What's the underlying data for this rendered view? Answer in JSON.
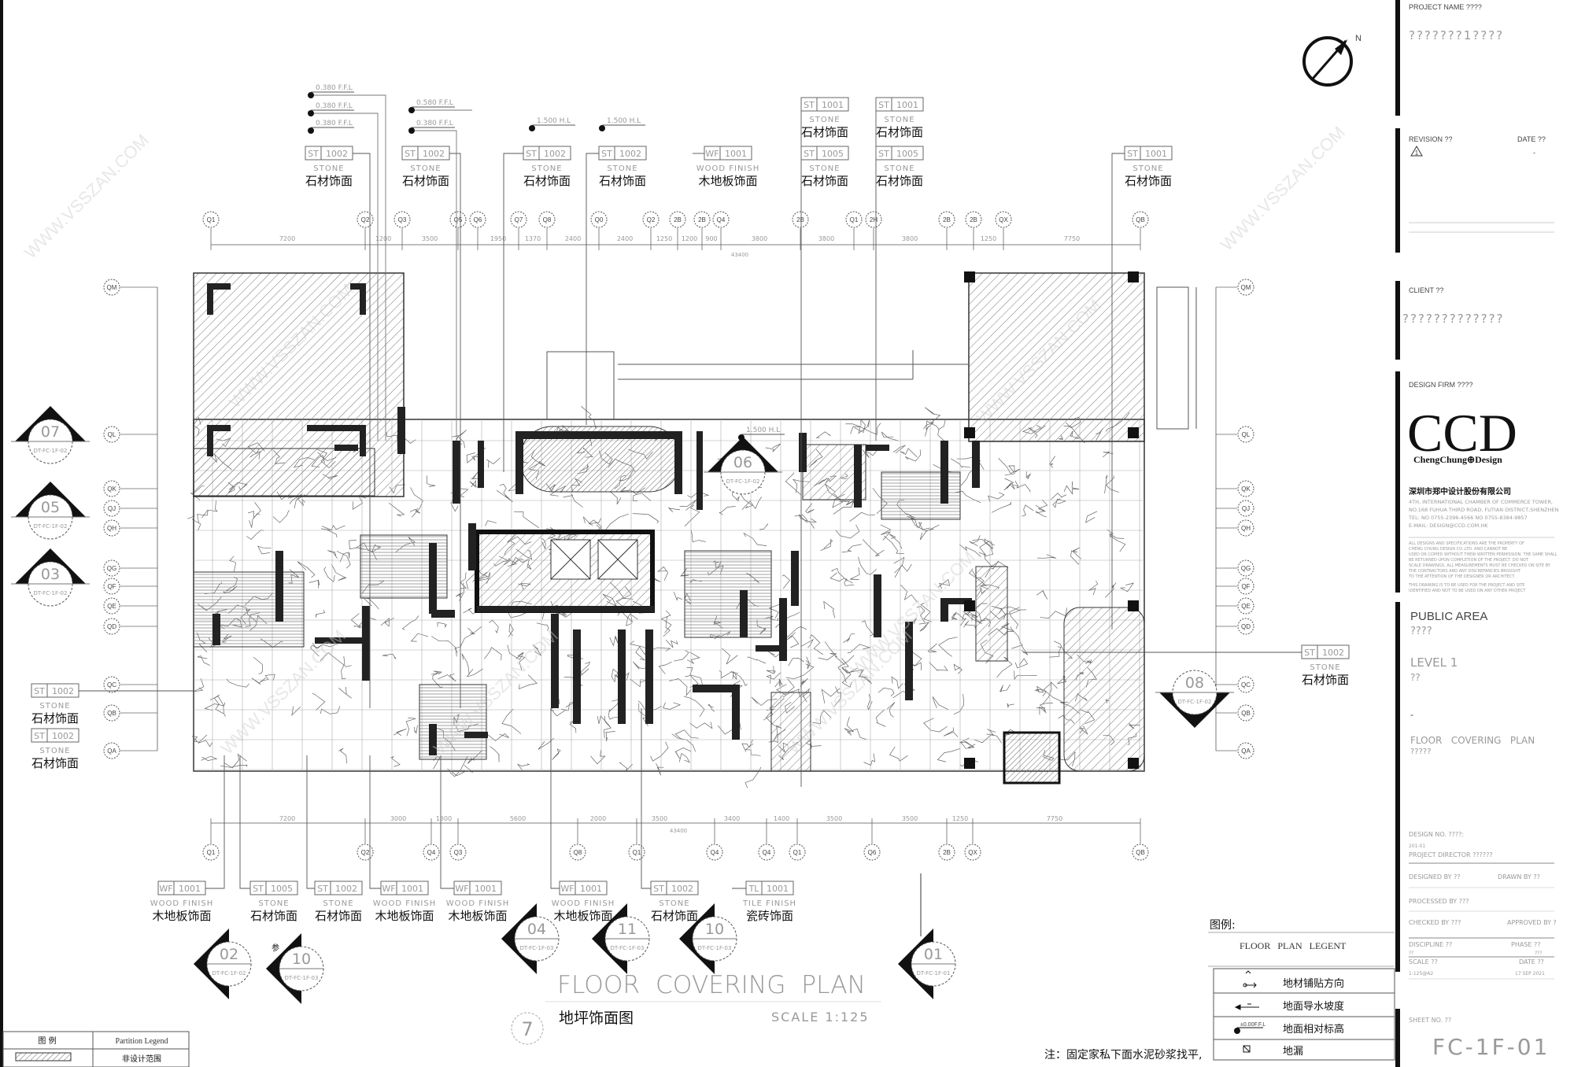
{
  "watermark": "WWW.VSSZAN.COM",
  "plan": {
    "number": "7",
    "title": "FLOOR  COVERING  PLAN",
    "title_cn": "地坪饰面图",
    "scale": "SCALE 1:125"
  },
  "title_block": {
    "project_name_label": "PROJECT NAME ????",
    "project_name": "???????1????",
    "revision_label": "REVISION ??",
    "date_label": "DATE ??",
    "revision_mark": "1",
    "revision_date": "-",
    "client_label": "CLIENT ??",
    "client": "?????????????",
    "design_firm_label": "DESIGN FIRM ????",
    "logo": "CCD",
    "logo_sub": "ChengChung⊕Design",
    "company_cn": "深圳市郑中设计股份有限公司",
    "address": [
      "4TH, INTERNATIONAL CHAMBER OF COMMERCE TOWER,",
      "NO.168 FUHUA THIRD ROAD, FUTIAN DISTRICT,SHENZHEN",
      "TEL: NO 0755-2396-4566  NO 0755-8384-9857",
      "E-MAIL: DESIGN@CCD.COM.HK"
    ],
    "disclaimer": [
      "ALL DESIGNS AND SPECIFICATIONS ARE THE PROPERTY OF",
      "CHENG CHUNG DESIGN CO.,LTD. AND CANNOT BE",
      "USED OR COPIED WITHOUT THEIR WRITTEN PERMISSION. THE SAME SHALL",
      "BE RETURNED UPON COMPLETION OF THE PROJECT. DO NOT",
      "SCALE DRAWINGS. ALL MEASUREMENTS MUST BE CHECKED ON SITE BY",
      "THE CONTRACTORS AND ANY DISCREPANCIES BROUGHT",
      "TO THE ATTENTION OF THE DESIGNER OR ARCHITECT.",
      "THIS DRAWING IS TO BE USED FOR THE PROJECT AND SITE",
      "IDENTIFIED AND NOT TO BE USED ON ANY OTHER PROJECT"
    ],
    "area": "PUBLIC AREA",
    "area_cn": "????",
    "level": "LEVEL 1",
    "level_cn": "??",
    "dash": "-",
    "drawing_title": "FLOOR   COVERING   PLAN",
    "drawing_title_cn": "?????",
    "design_no": "DESIGN NO.   ????:",
    "design_no_value": "201-01",
    "project_director": "PROJECT DIRECTOR   ??????",
    "designed_by": "DESIGNED BY   ??",
    "drawn_by": "DRAWN BY   ??",
    "processed_by": "PROCESSED BY ???",
    "checked_by": "CHECKED BY   ???",
    "approved_by": "APPROVED BY  ?",
    "discipline": "DISCIPLINE   ??",
    "phase": "PHASE   ??",
    "discipline_value": "??",
    "phase_value": "???",
    "scale_label": "SCALE   ??",
    "date2_label": "DATE   ??",
    "scale_value": "1:125@A2",
    "date_value": "17 SEP 2021",
    "sheet_no_label": "SHEET NO.   ??",
    "sheet_no": "FC-1F-01"
  },
  "legend": {
    "title": "图例:",
    "subtitle": "FLOOR   PLAN   LEGENT",
    "items": [
      {
        "symbol": "direction-arrow",
        "label": "地材铺贴方向"
      },
      {
        "symbol": "slope-arrow",
        "label": "地面导水坡度"
      },
      {
        "symbol": "level-mark",
        "label": "地面相对标高",
        "symbol_text": "±0.00F.F.L"
      },
      {
        "symbol": "floor-drain",
        "label": "地漏"
      }
    ]
  },
  "partition_legend": {
    "title_cn": "图  例",
    "title_en": "Partition Legend",
    "item": "非设计范围"
  },
  "note": "注：固定家私下面水泥砂浆找平,",
  "material_tags": {
    "top": [
      {
        "code": "ST",
        "num": "1001",
        "en": "STONE",
        "cn": "石材饰面"
      },
      {
        "code": "ST",
        "num": "1001",
        "en": "STONE",
        "cn": "石材饰面"
      },
      {
        "code": "ST",
        "num": "1002",
        "en": "STONE",
        "cn": "石材饰面"
      },
      {
        "code": "ST",
        "num": "1002",
        "en": "STONE",
        "cn": "石材饰面"
      },
      {
        "code": "ST",
        "num": "1002",
        "en": "STONE",
        "cn": "石材饰面"
      },
      {
        "code": "ST",
        "num": "1002",
        "en": "STONE",
        "cn": "石材饰面"
      },
      {
        "code": "WF",
        "num": "1001",
        "en": "WOOD FINISH",
        "cn": "木地板饰面"
      },
      {
        "code": "ST",
        "num": "1005",
        "en": "STONE",
        "cn": "石材饰面"
      },
      {
        "code": "ST",
        "num": "1005",
        "en": "STONE",
        "cn": "石材饰面"
      },
      {
        "code": "ST",
        "num": "1001",
        "en": "STONE",
        "cn": "石材饰面"
      }
    ],
    "bottom": [
      {
        "code": "WF",
        "num": "1001",
        "en": "WOOD FINISH",
        "cn": "木地板饰面"
      },
      {
        "code": "ST",
        "num": "1005",
        "en": "STONE",
        "cn": "石材饰面"
      },
      {
        "code": "ST",
        "num": "1002",
        "en": "STONE",
        "cn": "石材饰面"
      },
      {
        "code": "WF",
        "num": "1001",
        "en": "WOOD FINISH",
        "cn": "木地板饰面"
      },
      {
        "code": "WF",
        "num": "1001",
        "en": "WOOD FINISH",
        "cn": "木地板饰面"
      },
      {
        "code": "WF",
        "num": "1001",
        "en": "WOOD FINISH",
        "cn": "木地板饰面"
      },
      {
        "code": "ST",
        "num": "1002",
        "en": "STONE",
        "cn": "石材饰面"
      },
      {
        "code": "TL",
        "num": "1001",
        "en": "TILE FINISH",
        "cn": "瓷砖饰面"
      }
    ],
    "side": [
      {
        "code": "ST",
        "num": "1002",
        "en": "STONE",
        "cn": "石材饰面"
      },
      {
        "code": "ST",
        "num": "1002",
        "en": "STONE",
        "cn": "石材饰面"
      },
      {
        "code": "ST",
        "num": "1002",
        "en": "STONE",
        "cn": "石材饰面"
      }
    ]
  },
  "elevation_marks": [
    "0.380 F.F.L",
    "0.380 F.F.L",
    "0.380 F.F.L",
    "0.580 F.F.L",
    "0.380 F.F.L",
    "1.500 H.L",
    "1.500 H.L",
    "1.500 H.L"
  ],
  "section_markers": [
    {
      "num": "07",
      "ref": "DT-FC-1F-02"
    },
    {
      "num": "05",
      "ref": "DT-FC-1F-02"
    },
    {
      "num": "03",
      "ref": "DT-FC-1F-02"
    },
    {
      "num": "06",
      "ref": "DT-FC-1F-02"
    },
    {
      "num": "08",
      "ref": "DT-FC-1F-02"
    },
    {
      "num": "02",
      "ref": "DT-FC-1F-02"
    },
    {
      "num": "10",
      "ref": "DT-FC-1F-03"
    },
    {
      "num": "04",
      "ref": "DT-FC-1F-03"
    },
    {
      "num": "11",
      "ref": "DT-FC-1F-03"
    },
    {
      "num": "10",
      "ref": "DT-FC-1F-03"
    },
    {
      "num": "01",
      "ref": "DT-FC-1F-01"
    }
  ],
  "section_note": "参",
  "grid": {
    "top": [
      "Q1",
      "Q2",
      "Q3",
      "Q5",
      "Q6",
      "Q7",
      "Q8",
      "Q0",
      "Q2",
      "2B",
      "2B",
      "Q4",
      "2B",
      "Q1",
      "2H",
      "2B",
      "2B",
      "QX",
      "QB"
    ],
    "bottom": [
      "Q1",
      "Q2",
      "Q4",
      "Q3",
      "Q8",
      "Q1",
      "Q4",
      "Q4",
      "Q1",
      "Q6",
      "2B",
      "QX",
      "QB"
    ],
    "left": [
      "QM",
      "QL",
      "QK",
      "QJ",
      "QH",
      "QG",
      "QF",
      "QE",
      "QD",
      "QC",
      "QB",
      "QA"
    ],
    "right": [
      "QM",
      "QL",
      "QK",
      "QJ",
      "QH",
      "QG",
      "QF",
      "QE",
      "QD",
      "QC",
      "QB",
      "QA"
    ]
  },
  "dimensions": {
    "top": [
      "7200",
      "1200",
      "3500",
      "1950",
      "1370",
      "2400",
      "2400",
      "1250",
      "1200",
      "900",
      "3800",
      "3800",
      "3800",
      "1250",
      "7750"
    ],
    "top_total": "43400",
    "bottom": [
      "7200",
      "3000",
      "1300",
      "5600",
      "2000",
      "3500",
      "3400",
      "1400",
      "3500",
      "3500",
      "1250",
      "7750"
    ],
    "bottom_total": "43400"
  },
  "north_label": "N"
}
